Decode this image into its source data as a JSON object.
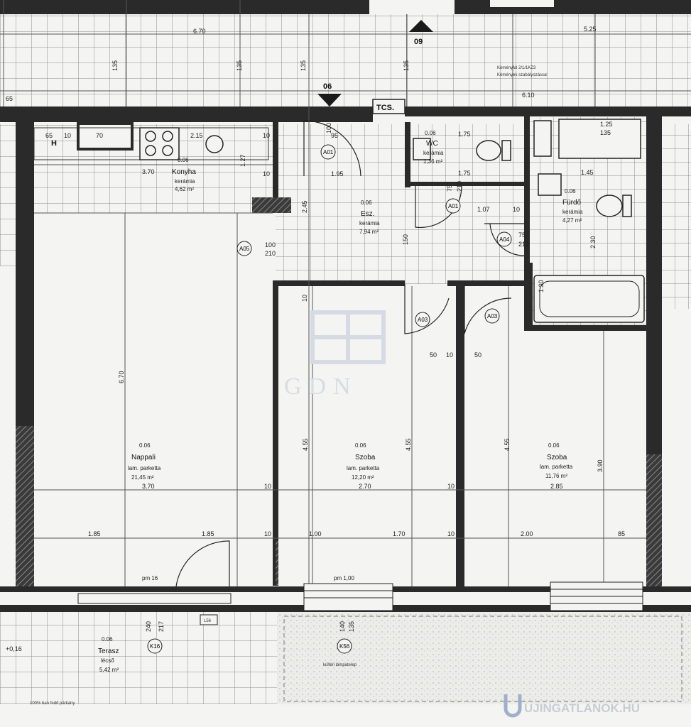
{
  "plan": {
    "colors": {
      "wall": "#2a2a2a",
      "grid": "#9a9a9a",
      "paper": "#f4f4f2",
      "watermark": "#d6dae2",
      "logo_blue": "#9fb0cc"
    },
    "rooms": {
      "konyha": {
        "code": "0.06",
        "name": "Konyha",
        "finish": "kerámia",
        "area": "4,62 m²",
        "width": "3.70"
      },
      "esz": {
        "code": "0.06",
        "name": "Esz.",
        "finish": "kerámia",
        "area": "7,94 m²"
      },
      "wc": {
        "code": "0.06",
        "name": "WC",
        "finish": "kerámia",
        "area": "1,36 m²"
      },
      "furdo": {
        "code": "0.06",
        "name": "Fürdő",
        "finish": "kerámia",
        "area": "4,27 m²"
      },
      "nappali": {
        "code": "0.06",
        "name": "Nappali",
        "finish": "lam. parketta",
        "area": "21,45 m²",
        "width": "3.70"
      },
      "szoba1": {
        "code": "0.06",
        "name": "Szoba",
        "finish": "lam. parketta",
        "area": "12,20 m²",
        "width": "2.70"
      },
      "szoba2": {
        "code": "0.06",
        "name": "Szoba",
        "finish": "lam. parketta",
        "area": "11,76 m²",
        "width": "2.85"
      },
      "terasz": {
        "code": "0.06",
        "name": "Terasz",
        "finish": "lécső",
        "area": "5,42 m²"
      }
    },
    "labels": {
      "tcs": "TCS.",
      "h": "H",
      "section_06": "06",
      "section_09": "09",
      "pm16": "pm 16",
      "pm100": "pm 1,00",
      "l56": "L56"
    },
    "doors": [
      "A01",
      "A01",
      "A05",
      "A03",
      "A03",
      "A04",
      "K16",
      "K56"
    ],
    "dims": {
      "d670_top": "6.70",
      "d525": "5.25",
      "d610": "6.10",
      "d135": "135",
      "d65": "65",
      "d10": "10",
      "d70": "70",
      "d215": "2.15",
      "d127": "1.27",
      "d95": "95",
      "d195": "1.95",
      "d175": "1.75",
      "d245": "2.45",
      "d100": "100",
      "d210": "210",
      "d150": "150",
      "d107": "1.07",
      "d75": "75",
      "d125": "1.25",
      "d145": "1.45",
      "d670_v": "6.70",
      "d455": "4.55",
      "d390": "3.90",
      "d50": "50",
      "d185": "1.85",
      "d100m": "1.00",
      "d170": "1.70",
      "d200": "2.00",
      "d85": "85",
      "d240": "240",
      "d217": "217",
      "d140": "140",
      "d130": "1.30",
      "d230": "2.30",
      "dm016": "+0,16"
    },
    "notes": {
      "top_right": "Kéményfal 2/1/1KZ3",
      "top_right2": "Kémények szabályozással",
      "terrace_note": "100% ban fedő párkány",
      "garden_note": "kültéri lámpatelep"
    },
    "watermark": "GDN",
    "logo": "UJINGATLANOK.HU"
  }
}
